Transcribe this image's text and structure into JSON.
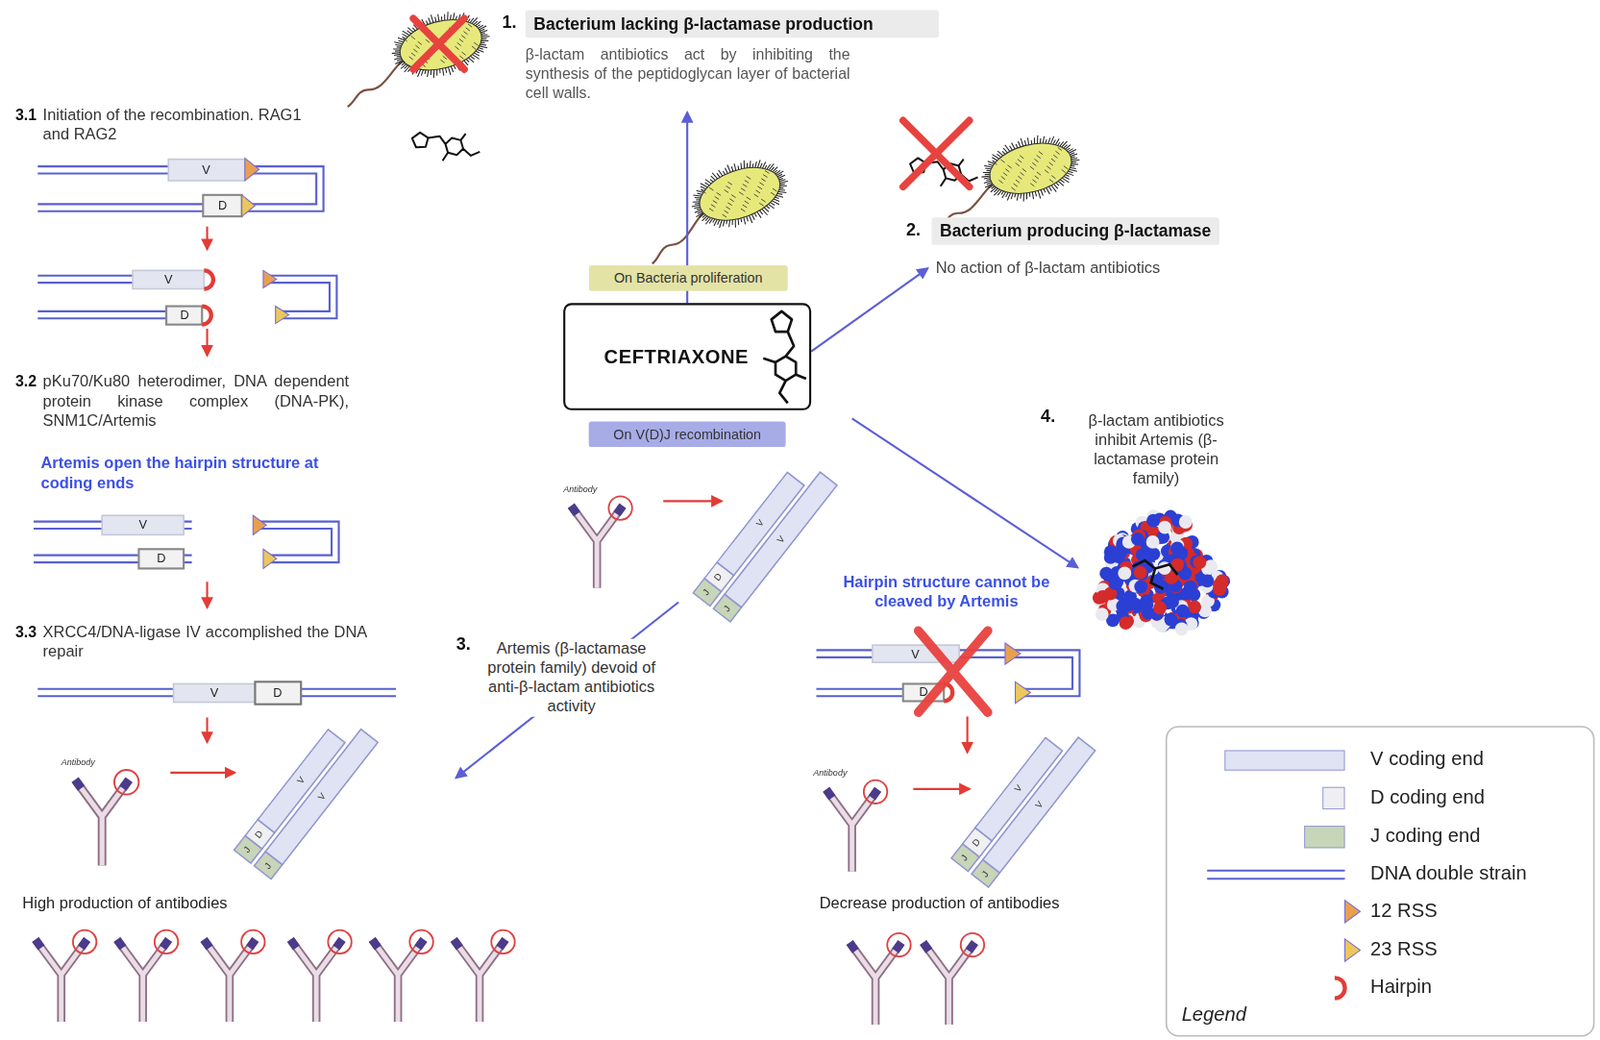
{
  "diagram": {
    "nodes": [
      {
        "text": [
          "Bacterium lacking β-lactamase production",
          "β-lactam antibiotics act by inhibiting the synthesis of the peptidoglycan layer of bacterial cell walls."
        ]
      },
      {
        "text": [
          "Bacterium producing β-lactamase",
          "No action of β-lactam antibiotics"
        ]
      },
      {
        "text": [
          "On Bacteria proliferation"
        ]
      },
      {
        "text": [
          "CEFTRIAXONE"
        ]
      },
      {
        "text": [
          "On V(D)J recombination"
        ]
      }
    ],
    "edges": [
      {
        "from": 3,
        "to": 0,
        "arrow": "to"
      },
      {
        "from": 3,
        "to": 1,
        "arrow": "to"
      }
    ],
    "labels": [
      "1.",
      "2.",
      "3.1",
      "Initiation of the recombination. RAG1 and RAG2",
      "V",
      "D",
      "V",
      "D",
      "3.2",
      "pKu70/Ku80 heterodimer, DNA dependent protein kinase complex (DNA-PK), SNM1C/Artemis",
      "Artemis open the hairpin structure at coding ends",
      "V",
      "D",
      "3.3",
      "XRCC4/DNA-ligase IV accomplished the DNA repair",
      "V",
      "D",
      "Antibody",
      "J",
      "D",
      "V",
      "J",
      "V",
      "High production of antibodies",
      "Antibody",
      "J",
      "D",
      "V",
      "J",
      "V",
      "3.",
      "Artemis (β-lactamase protein family) devoid of anti-β-lactam antibiotics activity",
      "4.",
      "β-lactam antibiotics inhibit Artemis (β-lactamase protein family)",
      "Hairpin structure cannot be cleaved by Artemis",
      "V",
      "D",
      "Antibody",
      "J",
      "D",
      "V",
      "J",
      "V",
      "Decrease production of antibodies",
      "Legend"
    ],
    "legend": [
      {
        "text": "V coding end",
        "color": "#dfe3f3"
      },
      {
        "text": "D coding end",
        "color": "#eeeef3"
      },
      {
        "text": "J coding end",
        "color": "#c7d5b8"
      },
      {
        "text": "DNA double strain"
      },
      {
        "text": "12 RSS"
      },
      {
        "text": "23 RSS"
      },
      {
        "text": "Hairpin"
      }
    ]
  }
}
